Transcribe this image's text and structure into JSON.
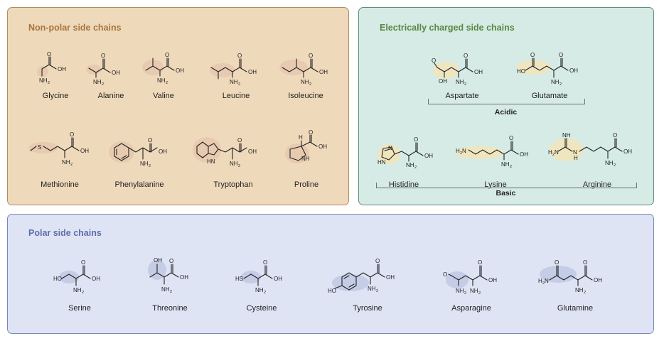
{
  "panels": {
    "nonpolar": {
      "title": "Non-polar side chains",
      "amino_acids": [
        "Glycine",
        "Alanine",
        "Valine",
        "Leucine",
        "Isoleucine",
        "Methionine",
        "Phenylalanine",
        "Tryptophan",
        "Proline"
      ]
    },
    "charged": {
      "title": "Electrically charged side chains",
      "acidic": {
        "label": "Acidic",
        "amino_acids": [
          "Aspartate",
          "Glutamate"
        ]
      },
      "basic": {
        "label": "Basic",
        "amino_acids": [
          "Histidine",
          "Lysine",
          "Arginine"
        ]
      }
    },
    "polar": {
      "title": "Polar side chains",
      "amino_acids": [
        "Serine",
        "Threonine",
        "Cysteine",
        "Tyrosine",
        "Asparagine",
        "Glutamine"
      ]
    }
  },
  "atoms": {
    "oh": "OH",
    "o": "O",
    "n": "N",
    "h": "H",
    "s": "S",
    "nh": "NH",
    "ho": "HO",
    "nh_hn": "HN",
    "amine_n": "NH",
    "sub2": "2",
    "h2n": "H",
    "h2n_n": "N",
    "hs": "HS"
  },
  "colors": {
    "nonpolar_bg": "#efd9bb",
    "nonpolar_border": "#b48b62",
    "nonpolar_title": "#a6763e",
    "charged_bg": "#d6ebe5",
    "charged_border": "#5d8f78",
    "charged_title": "#5a8744",
    "polar_bg": "#dfe4f5",
    "polar_border": "#7a86bd",
    "polar_title": "#5c6fa8"
  }
}
